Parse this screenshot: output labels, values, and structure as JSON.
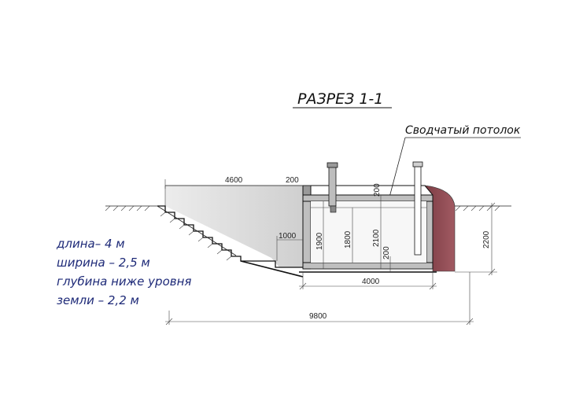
{
  "title": "РАЗРЕЗ 1-1",
  "callout": "Сводчатый потолок",
  "dimensions": {
    "top_length": "4600",
    "top_wall": "200",
    "ceiling_thickness": "200",
    "step_landing": "1000",
    "height_1900": "1900",
    "height_1800": "1800",
    "height_2100": "2100",
    "floor_thickness": "200",
    "depth_below_ground": "2200",
    "cellar_length": "4000",
    "total_length": "9800"
  },
  "notes": [
    "длина– 4 м",
    "ширина – 2,5 м",
    "глубина ниже уровня",
    "земли – 2,2 м"
  ],
  "colors": {
    "earth": "#8e4a52",
    "concrete": "#d6d6d6",
    "note_text": "#1e2a78"
  }
}
